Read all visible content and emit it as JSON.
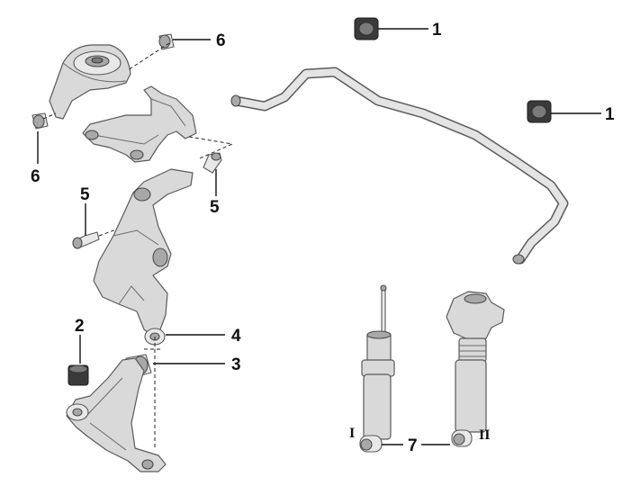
{
  "callouts": {
    "c1a": "1",
    "c1b": "1",
    "c2": "2",
    "c3": "3",
    "c4": "4",
    "c5a": "5",
    "c5b": "5",
    "c6a": "6",
    "c6b": "6",
    "c7": "7"
  },
  "variants": {
    "shock_a": "I",
    "shock_b": "II"
  },
  "colors": {
    "part_fill": "#d9d9d9",
    "bushing_fill": "#3a3a3a",
    "line": "#111111"
  }
}
